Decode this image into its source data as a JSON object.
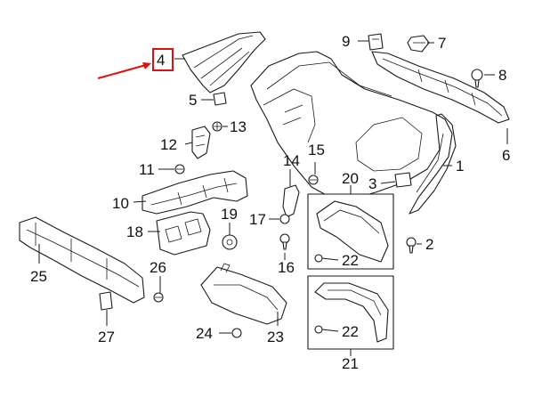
{
  "diagram": {
    "highlight_color": "#e01010",
    "callouts": [
      {
        "id": "c1",
        "label": "1"
      },
      {
        "id": "c2",
        "label": "2"
      },
      {
        "id": "c3",
        "label": "3"
      },
      {
        "id": "c4",
        "label": "4"
      },
      {
        "id": "c5",
        "label": "5"
      },
      {
        "id": "c6",
        "label": "6"
      },
      {
        "id": "c7",
        "label": "7"
      },
      {
        "id": "c8",
        "label": "8"
      },
      {
        "id": "c9",
        "label": "9"
      },
      {
        "id": "c10",
        "label": "10"
      },
      {
        "id": "c11",
        "label": "11"
      },
      {
        "id": "c12",
        "label": "12"
      },
      {
        "id": "c13",
        "label": "13"
      },
      {
        "id": "c14",
        "label": "14"
      },
      {
        "id": "c15",
        "label": "15"
      },
      {
        "id": "c16",
        "label": "16"
      },
      {
        "id": "c17",
        "label": "17"
      },
      {
        "id": "c18",
        "label": "18"
      },
      {
        "id": "c19",
        "label": "19"
      },
      {
        "id": "c20",
        "label": "20"
      },
      {
        "id": "c21",
        "label": "21"
      },
      {
        "id": "c22a",
        "label": "22"
      },
      {
        "id": "c22b",
        "label": "22"
      },
      {
        "id": "c23",
        "label": "23"
      },
      {
        "id": "c24",
        "label": "24"
      },
      {
        "id": "c25",
        "label": "25"
      },
      {
        "id": "c26",
        "label": "26"
      },
      {
        "id": "c27",
        "label": "27"
      }
    ]
  }
}
